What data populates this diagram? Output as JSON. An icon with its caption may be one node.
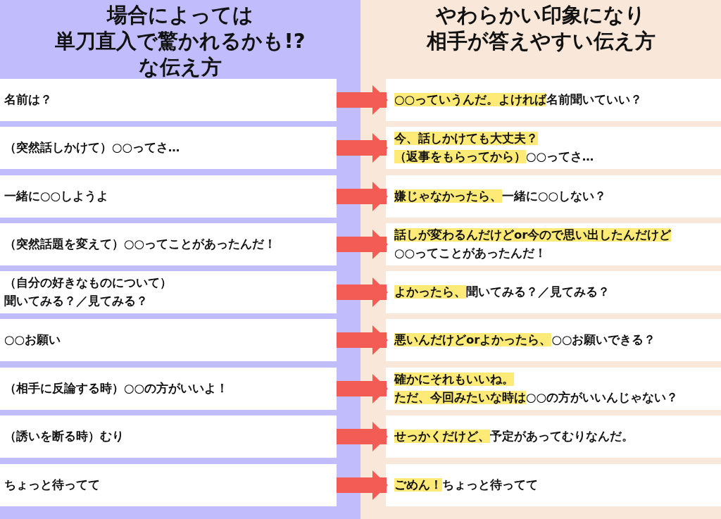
{
  "diagram": {
    "nodes": [
      {
        "text": [
          "場合によっては単刀直入で驚かれるかも!?な伝え方"
        ]
      },
      {
        "text": [
          "やわらかい印象になり相手が答えやすい伝え方"
        ]
      },
      {
        "text": [
          "名前は？"
        ],
        "in": 0
      },
      {
        "text": [
          "（突然話しかけて）○○ってさ…"
        ],
        "in": 0
      },
      {
        "text": [
          "一緒に○○しようよ"
        ],
        "in": 0
      },
      {
        "text": [
          "（突然話題を変えて）○○ってことがあったんだ！"
        ],
        "in": 0
      },
      {
        "text": [
          "（自分の好きなものについて）聞いてみる？／見てみる？"
        ],
        "in": 0
      },
      {
        "text": [
          "○○お願い"
        ],
        "in": 0
      },
      {
        "text": [
          "（相手に反論する時）○○の方がいいよ！"
        ],
        "in": 0
      },
      {
        "text": [
          "（誘いを断る時）むり"
        ],
        "in": 0
      },
      {
        "text": [
          "ちょっと待ってて"
        ],
        "in": 0
      },
      {
        "text": [
          "○○っていうんだ。よければ",
          "名前聞いていい？"
        ],
        "in": 1
      },
      {
        "text": [
          "今、話しかけても大丈夫？（返事をもらってから）",
          "○○ってさ…"
        ],
        "in": 1
      },
      {
        "text": [
          "嫌じゃなかったら、",
          "一緒に○○しない？"
        ],
        "in": 1
      },
      {
        "text": [
          "話しが変わるんだけどor今ので思い出したんだけど",
          "○○ってことがあったんだ！"
        ],
        "in": 1
      },
      {
        "text": [
          "よかったら、",
          "聞いてみる？／見てみる？"
        ],
        "in": 1
      },
      {
        "text": [
          "悪いんだけどorよかったら、",
          "○○お願いできる？"
        ],
        "in": 1
      },
      {
        "text": [
          "確かにそれもいいね。ただ、今回みたいな時は",
          "○○の方がいいんじゃない？"
        ],
        "in": 1
      },
      {
        "text": [
          "せっかくだけど、",
          "予定があってむりなんだ。"
        ],
        "in": 1
      },
      {
        "text": [
          "ごめん！",
          "ちょっと待ってて"
        ],
        "in": 1
      }
    ],
    "edges": [
      {
        "from": 2,
        "to": 11,
        "arrow": "to"
      },
      {
        "from": 3,
        "to": 12,
        "arrow": "to"
      },
      {
        "from": 4,
        "to": 13,
        "arrow": "to"
      },
      {
        "from": 5,
        "to": 14,
        "arrow": "to"
      },
      {
        "from": 6,
        "to": 15,
        "arrow": "to"
      },
      {
        "from": 7,
        "to": 16,
        "arrow": "to"
      },
      {
        "from": 8,
        "to": 17,
        "arrow": "to"
      },
      {
        "from": 9,
        "to": 18,
        "arrow": "to"
      },
      {
        "from": 10,
        "to": 19,
        "arrow": "to"
      }
    ]
  }
}
